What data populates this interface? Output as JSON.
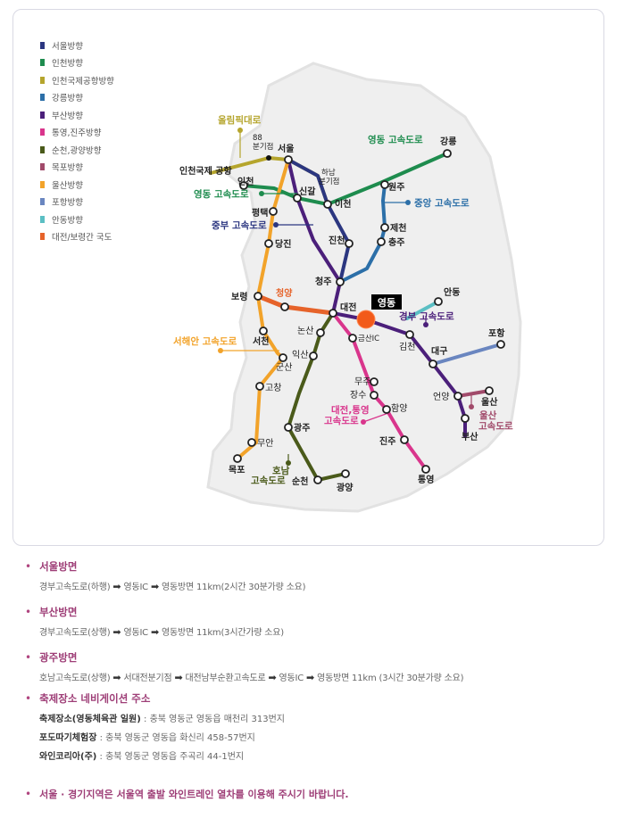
{
  "legend": [
    {
      "label": "서울방향",
      "color": "#2b3680"
    },
    {
      "label": "인천방향",
      "color": "#1e8c4e"
    },
    {
      "label": "인천국제공항방향",
      "color": "#b5a52d"
    },
    {
      "label": "강릉방향",
      "color": "#2c6fa8"
    },
    {
      "label": "부산방향",
      "color": "#4b1f7a"
    },
    {
      "label": "통영,진주방향",
      "color": "#d9358c"
    },
    {
      "label": "순천,광양방향",
      "color": "#4a5a1a"
    },
    {
      "label": "목포방향",
      "color": "#a14a6a"
    },
    {
      "label": "울산방향",
      "color": "#f2a32a"
    },
    {
      "label": "포항방향",
      "color": "#6a86c0"
    },
    {
      "label": "안동방향",
      "color": "#5bbfc4"
    },
    {
      "label": "대전/보령간 국도",
      "color": "#e6632a"
    }
  ],
  "map": {
    "route_labels": {
      "olympic": "올림픽대로",
      "yeongdong_green": "영동 고속도로",
      "yeongdong_teal": "영동 고속도로",
      "jungang": "중앙 고속도로",
      "jungbu": "중부 고속도로",
      "gyeongbu": "경부 고속도로",
      "seohaean": "서해안 고속도로",
      "tongyeong_line1": "대전,통영",
      "tongyeong_line2": "고속도로",
      "honam_line1": "호남",
      "honam_line2": "고속도로",
      "ulsan_line1": "울산",
      "ulsan_line2": "고속도로"
    },
    "junction_88": "88",
    "junction_88_label": "분기점",
    "hanam_line1": "하남",
    "hanam_line2": "분기점",
    "cities": {
      "seoul": "서울",
      "incheon_airport": "인천국제 공항",
      "incheon": "인천",
      "singal": "신갈",
      "icheon": "이천",
      "wonju": "원주",
      "gangneung": "강릉",
      "pyeongtaek": "평택",
      "dangjin": "당진",
      "jincheon": "진천",
      "jecheon": "제천",
      "chungju": "충주",
      "cheongju": "청주",
      "boryeong": "보령",
      "cheongyang": "청양",
      "daejeon": "대전",
      "yeongdong": "영동",
      "andong": "안동",
      "nonsan": "논산",
      "geumsan_ic": "금산IC",
      "gimcheon": "김천",
      "daegu": "대구",
      "pohang": "포항",
      "seocheon": "서천",
      "iksan": "익산",
      "gunsan": "군산",
      "muju": "무주",
      "jangsu": "장수",
      "gochang": "고창",
      "hamyang": "함양",
      "eonyang": "언양",
      "ulsan": "울산",
      "muan": "무안",
      "gwangju": "광주",
      "jinju": "진주",
      "busan": "부산",
      "mokpo": "목포",
      "suncheon": "순천",
      "gwangyang": "광양",
      "tongyeong": "통영"
    }
  },
  "directions": [
    {
      "title": "서울방면",
      "steps": [
        "경부고속도로(하행)",
        "영동IC",
        "영동방면 11km(2시간 30분가량 소요)"
      ]
    },
    {
      "title": "부산방면",
      "steps": [
        "경부고속도로(상행)",
        "영동IC",
        "영동방면 11km(3시간가량 소요)"
      ]
    },
    {
      "title": "광주방면",
      "steps": [
        "호남고속도로(상행)",
        "서대전분기점",
        "대전남부순환고속도로",
        "영동IC",
        "영동방면 11km (3시간 30분가량 소요)"
      ]
    }
  ],
  "navigation": {
    "title": "축제장소 네비게이션 주소",
    "rows": [
      {
        "label": "축제장소(영동체육관 일원)",
        "value": "충북 영동군 영동읍 매천리 313번지"
      },
      {
        "label": "포도따기체험장",
        "value": "충북 영동군 영동읍 화신리 458-57번지"
      },
      {
        "label": "와인코리아(주)",
        "value": "충북 영동군 영동읍 주곡리 44-1번지"
      }
    ]
  },
  "notice": "서울 · 경기지역은 서울역 출발 와인트레인 열차를 이용해 주시기 바랍니다."
}
